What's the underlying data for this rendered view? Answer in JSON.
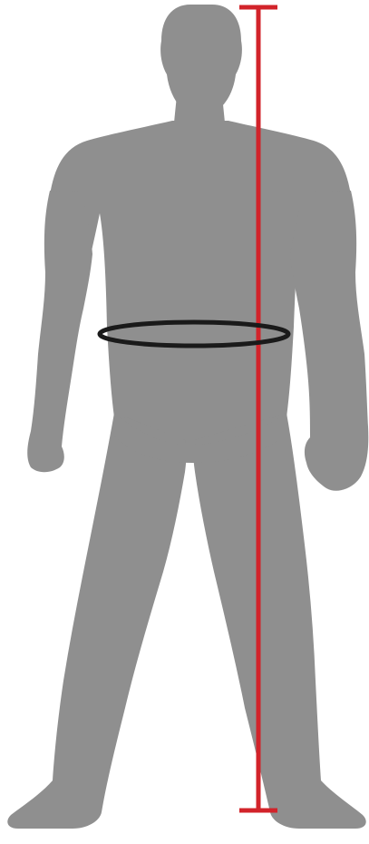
{
  "diagram": {
    "subject": "human-body-silhouette",
    "measurements": [
      "height",
      "waist"
    ],
    "colors": {
      "background": "#ffffff",
      "body": "#8f8f8f",
      "height_line": "#d2232a",
      "waist_ring": "#1a1a1a"
    }
  }
}
